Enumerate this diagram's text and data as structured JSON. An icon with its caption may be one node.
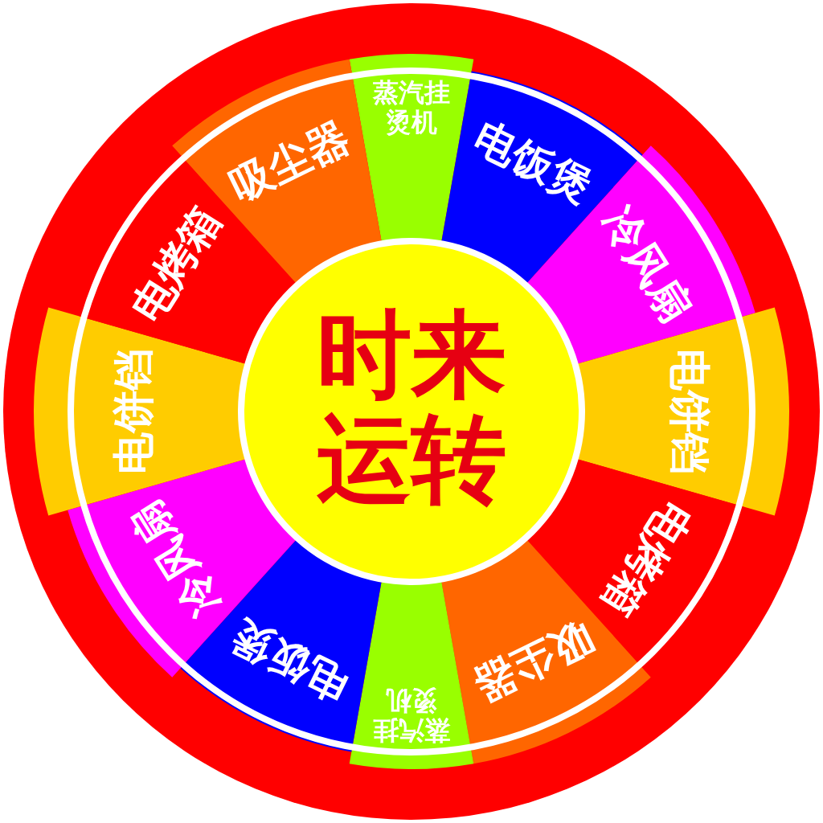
{
  "diagram": {
    "nodes": [
      {
        "text": [
          "时来运转"
        ]
      },
      {
        "text": [
          "蒸汽挂烫机"
        ]
      },
      {
        "text": [
          "电饭煲"
        ]
      },
      {
        "text": [
          "冷风扇"
        ]
      },
      {
        "text": [
          "电饼铛"
        ]
      },
      {
        "text": [
          "电烤箱"
        ]
      },
      {
        "text": [
          "吸尘器"
        ]
      },
      {
        "text": [
          "蒸汽挂烫机"
        ]
      },
      {
        "text": [
          "电饭煲"
        ]
      },
      {
        "text": [
          "冷风扇"
        ]
      },
      {
        "text": [
          "电饼铛"
        ]
      },
      {
        "text": [
          "电烤箱"
        ]
      },
      {
        "text": [
          "吸尘器"
        ]
      }
    ]
  }
}
